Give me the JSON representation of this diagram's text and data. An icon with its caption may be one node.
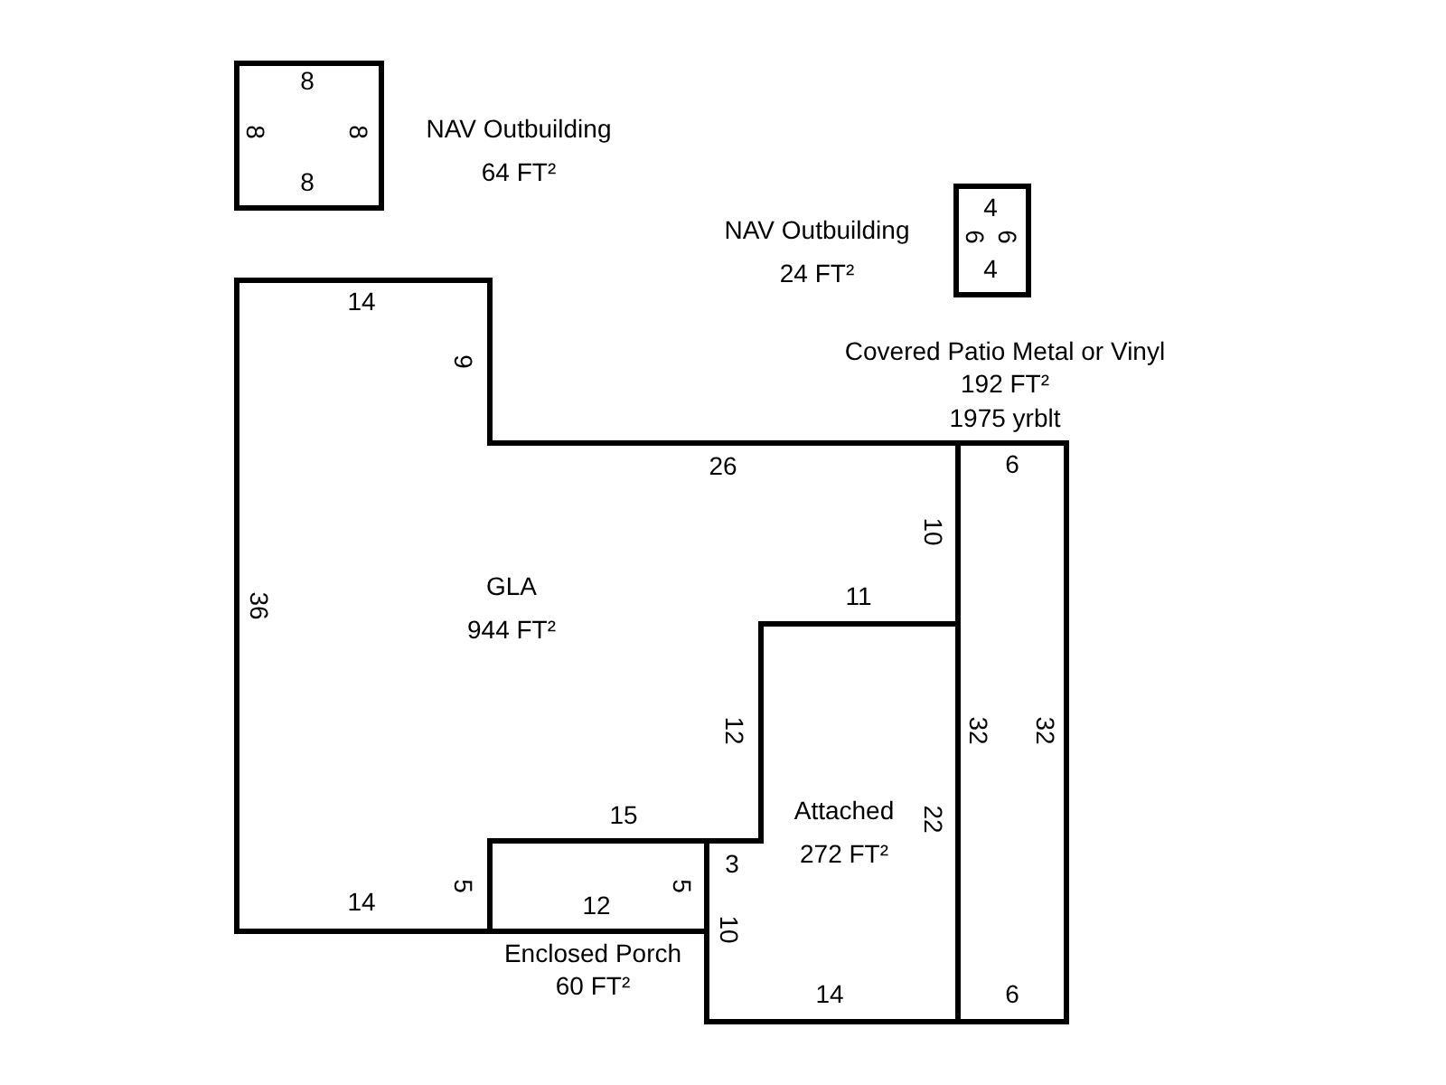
{
  "diagram": {
    "nodes": [
      {
        "text": [
          "NAV Outbuilding",
          "64 FT²"
        ]
      },
      {
        "text": [
          "NAV Outbuilding",
          "24 FT²"
        ]
      },
      {
        "text": [
          "Covered Patio Metal or Vinyl",
          "192 FT²",
          "1975 yrblt"
        ]
      },
      {
        "text": [
          "GLA",
          "944 FT²"
        ]
      },
      {
        "text": [
          "Attached",
          "272 FT²"
        ]
      },
      {
        "text": [
          "Enclosed Porch",
          "60 FT²"
        ]
      }
    ],
    "labels": [
      "8",
      "8",
      "8",
      "8",
      "4",
      "6",
      "6",
      "4",
      "14",
      "9",
      "26",
      "6",
      "10",
      "11",
      "36",
      "12",
      "32",
      "32",
      "15",
      "22",
      "3",
      "5",
      "5",
      "14",
      "12",
      "10",
      "14",
      "6"
    ]
  }
}
